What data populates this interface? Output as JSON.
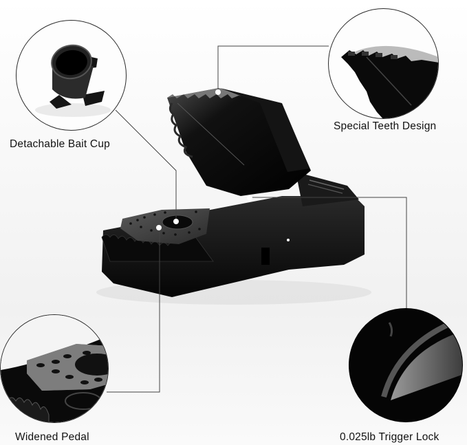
{
  "callouts": [
    {
      "id": "bait-cup",
      "label": "Detachable Bait Cup"
    },
    {
      "id": "teeth",
      "label": "Special Teeth Design"
    },
    {
      "id": "pedal",
      "label": "Widened Pedal"
    },
    {
      "id": "trigger",
      "label": "0.025lb Trigger Lock"
    }
  ],
  "colors": {
    "background": "#f6f6f6",
    "product": "#0c0c0c",
    "pedal_plate": "#3a3a3a",
    "line": "#444444",
    "text": "#111111"
  }
}
